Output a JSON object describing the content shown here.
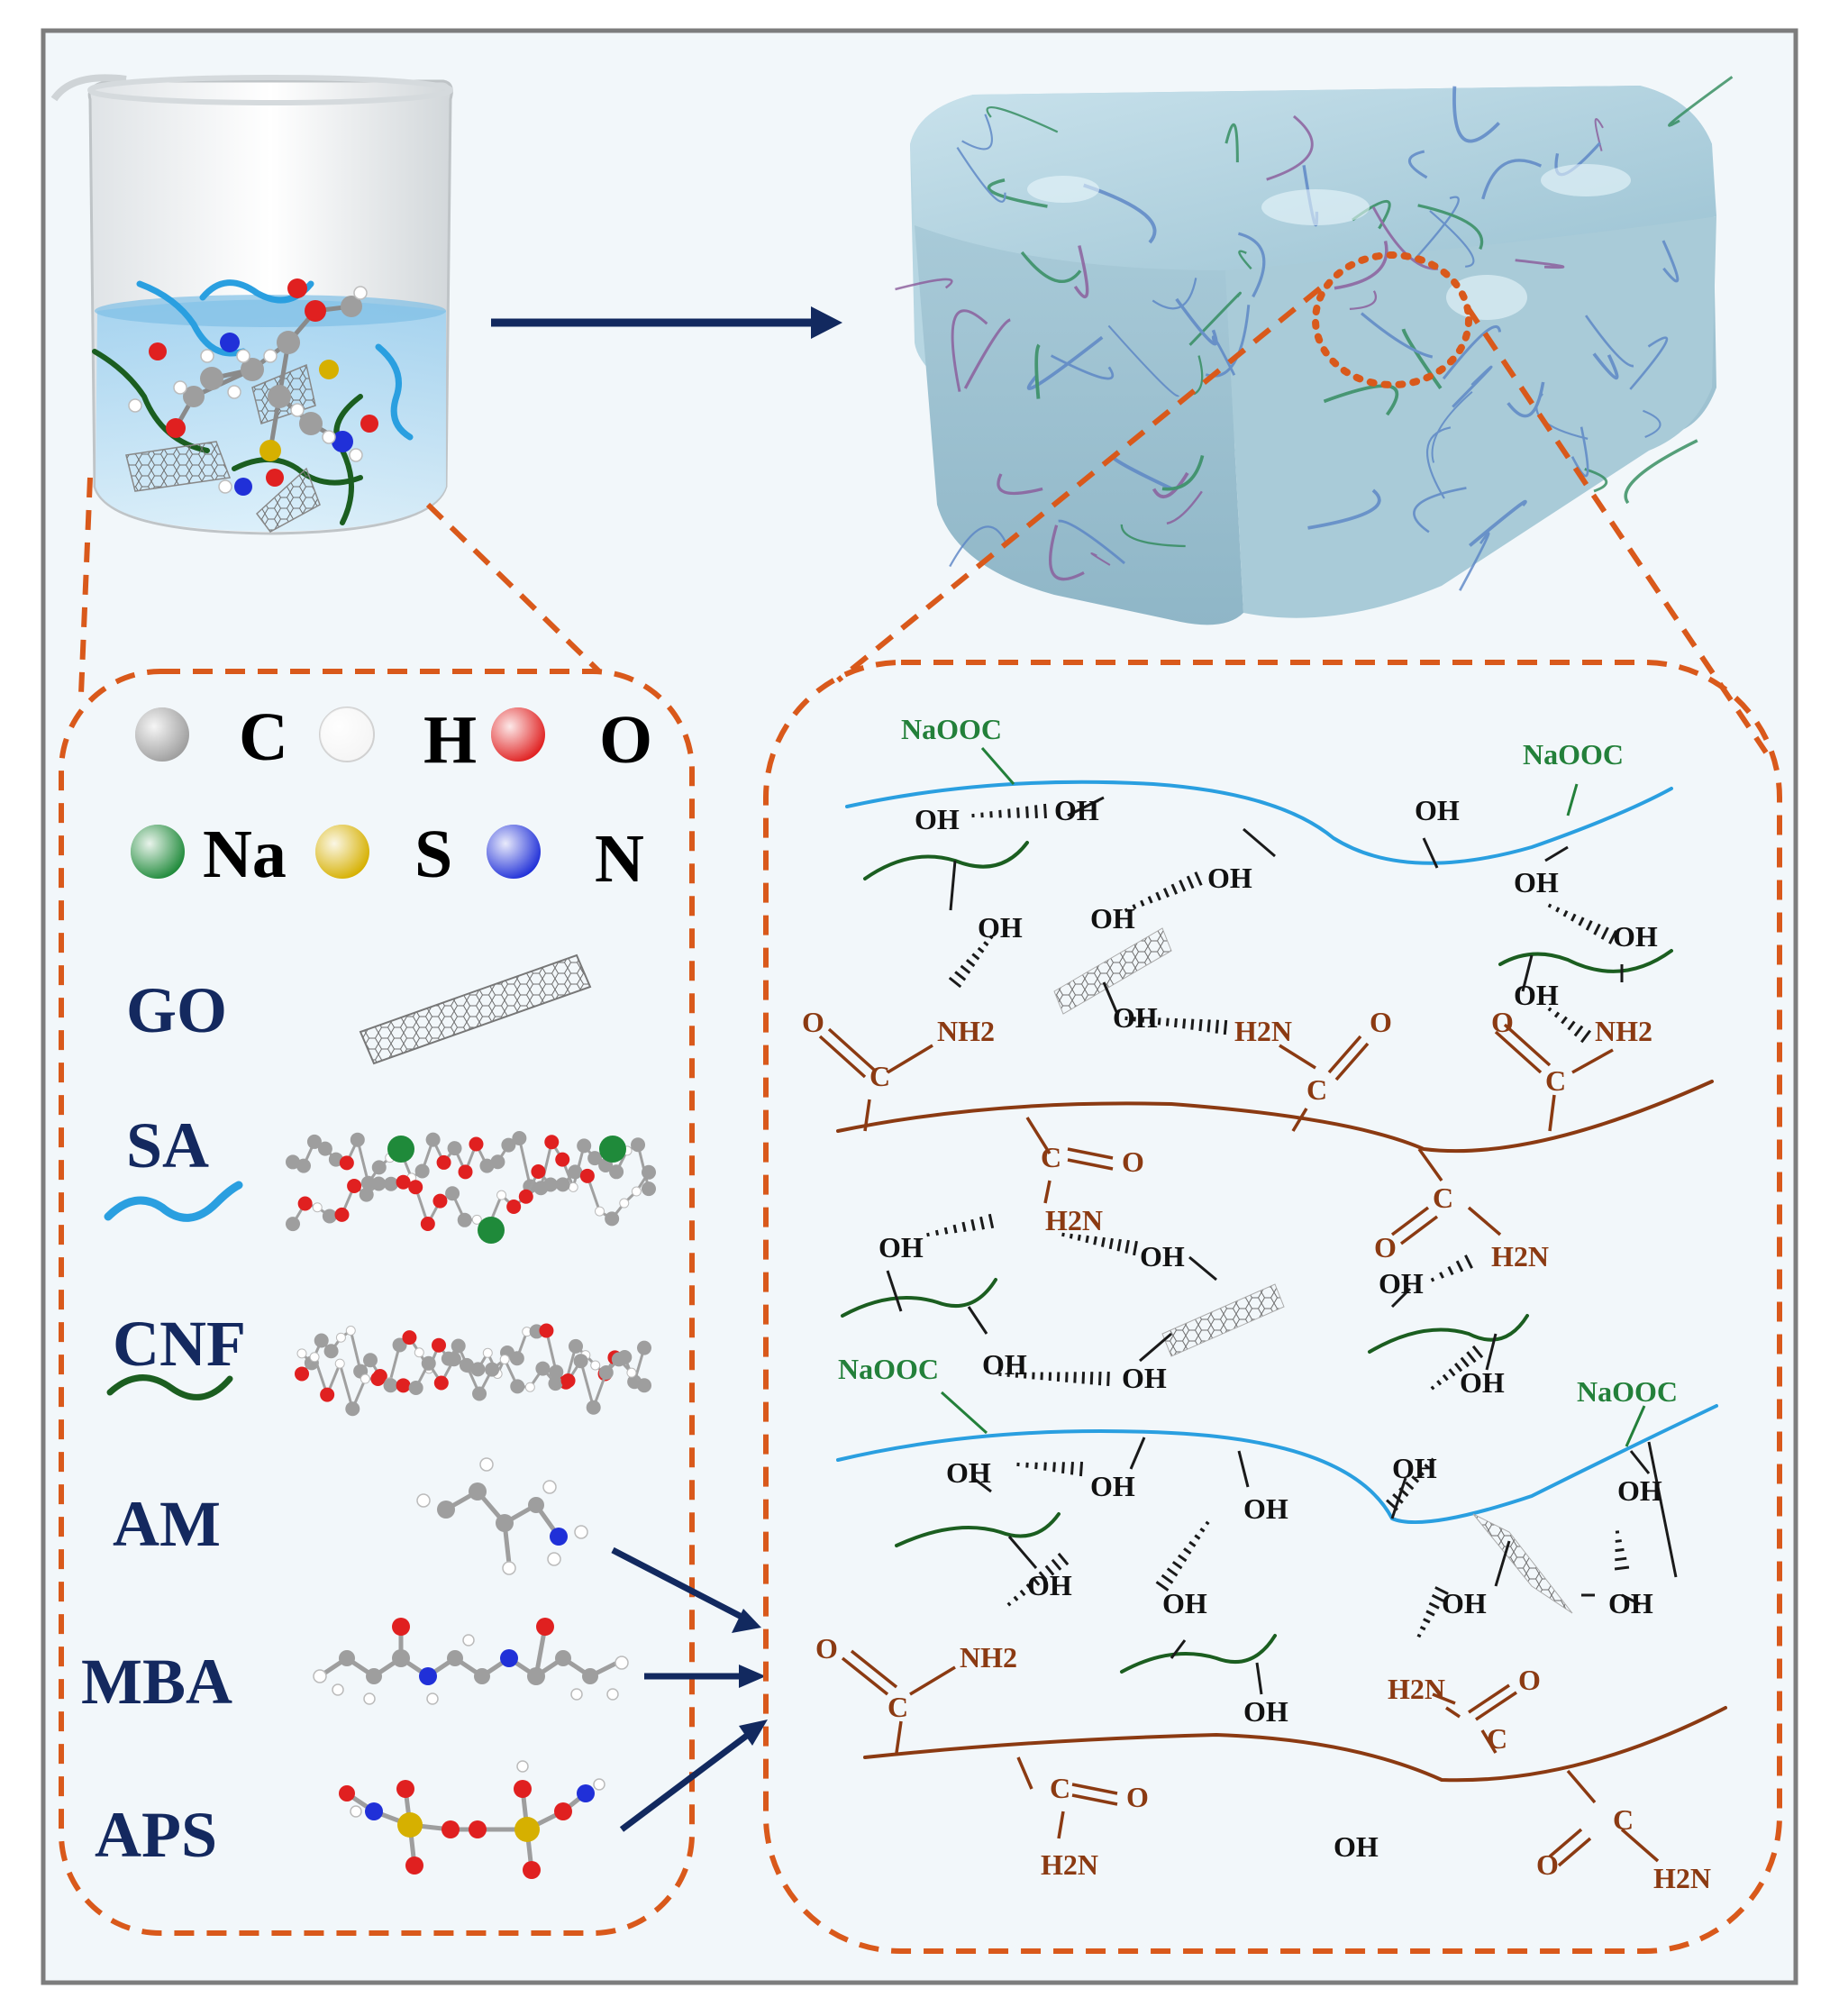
{
  "colors": {
    "background": "#f2f7fa",
    "frame": "#7d7d7d",
    "dash_orange": "#d9591b",
    "arrow_navy": "#12295f",
    "sa_blue": "#2a9fe0",
    "cnf_green": "#1b5e20",
    "pam_brown": "#8b3a12",
    "naooc_green": "#23803a",
    "label_navy": "#14295f"
  },
  "legend": {
    "elements": [
      {
        "symbol": "C",
        "color": "#9e9e9e"
      },
      {
        "symbol": "H",
        "color": "#f5f5f5"
      },
      {
        "symbol": "O",
        "color": "#e02020"
      },
      {
        "symbol": "Na",
        "color": "#1f8a3a"
      },
      {
        "symbol": "S",
        "color": "#d6b000"
      },
      {
        "symbol": "N",
        "color": "#2030d8"
      }
    ],
    "components": [
      {
        "label": "GO",
        "icon": "graphene-oxide-sheet-icon"
      },
      {
        "label": "SA",
        "icon": "sodium-alginate-chain-icon"
      },
      {
        "label": "CNF",
        "icon": "cellulose-nanofiber-chain-icon"
      },
      {
        "label": "AM",
        "icon": "acrylamide-molecule-icon"
      },
      {
        "label": "MBA",
        "icon": "mba-crosslinker-molecule-icon"
      },
      {
        "label": "APS",
        "icon": "ammonium-persulfate-molecule-icon"
      }
    ]
  },
  "network": {
    "naooc": [
      "NaOOC",
      "NaOOC",
      "NaOOC",
      "NaOOC"
    ],
    "oh": "OH",
    "nh2": "NH2",
    "h2n": "H2N",
    "c": "C",
    "o": "O"
  }
}
